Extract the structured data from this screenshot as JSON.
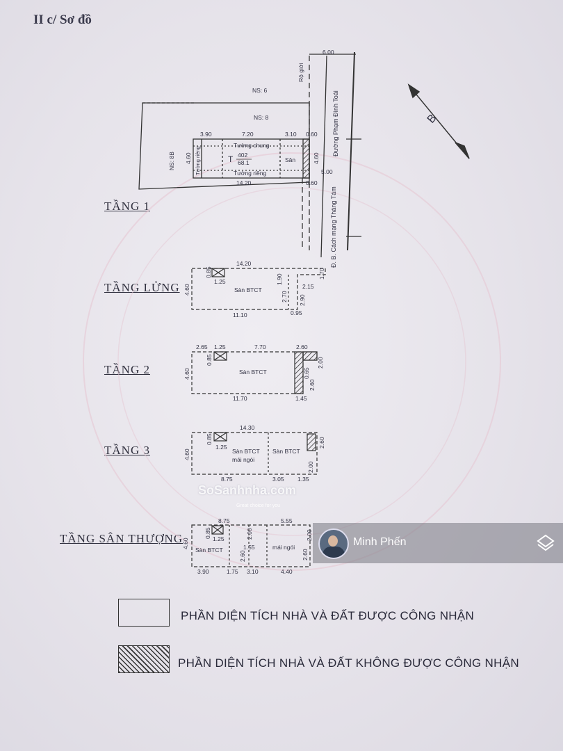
{
  "heading": "II c/ Sơ đồ",
  "floors": {
    "f1": "TẦNG 1",
    "mezz": "TẦNG LỬNG",
    "f2": "TẦNG 2",
    "f3": "TẦNG 3",
    "roof": "TẦNG SÂN THƯỢNG"
  },
  "compass": "B",
  "site": {
    "road_width": "6.00",
    "setback_label": "Rộ giới",
    "street_name": "Đường Phạm Đình Toái",
    "street_alt": "Đ. B. Cách mạng Tháng Tám",
    "ns6": "NS: 6",
    "ns8": "NS: 8",
    "ns8b": "NS: 8B"
  },
  "f1_dims": {
    "top_a": "3.90",
    "top_b": "7.20",
    "top_c": "3.10",
    "top_d": "0.60",
    "bottom": "14.20",
    "bottom_r": "0.60",
    "height": "4.60",
    "height_r": "4.60",
    "gap": "5.00",
    "wall_common": "Tường chung",
    "wall_private": "Tường riêng",
    "wall_private_v": "Tường riêng",
    "lot_t": "T",
    "lot_num": "402",
    "area": "68.1",
    "yard": "Sân"
  },
  "mezz_dims": {
    "top": "14.20",
    "void_w": "1.25",
    "void_h": "0.85",
    "label": "Sàn BTCT",
    "d1": "1.90",
    "d2": "2.15",
    "d3": "2.70",
    "d4": "2.90",
    "d5": "1.70",
    "bottom": "11.10",
    "bottom_r": "0.95",
    "height": "4.60"
  },
  "f2_dims": {
    "top_a": "2.65",
    "top_b": "1.25",
    "top_c": "7.70",
    "top_d": "2.60",
    "void_h": "0.85",
    "label": "Sàn BTCT",
    "r1": "2.00",
    "r2": "0.65",
    "r3": "2.60",
    "bottom": "11.70",
    "bottom_r": "1.45",
    "height": "4.60"
  },
  "f3_dims": {
    "top": "14.30",
    "void_h": "0.85",
    "void_w": "1.25",
    "label_a": "Sàn BTCT",
    "label_a2": "mái ngói",
    "label_b": "Sàn BTCT",
    "r1": "2.60",
    "r2": "2.00",
    "bottom_a": "8.75",
    "bottom_b": "3.05",
    "bottom_c": "1.35",
    "height": "4.60"
  },
  "roof_dims": {
    "top_a": "8.75",
    "top_b": "5.55",
    "void_h": "0.85",
    "void_w": "1.25",
    "label_a": "Sàn BTCT",
    "label_b": "mái ngói",
    "d1": "2.00",
    "d2": "1.55",
    "d3": "2.60",
    "d4": "2.00",
    "d5": "2.60",
    "bottom_a": "3.90",
    "bottom_b": "1.75",
    "bottom_c": "3.10",
    "bottom_d": "4.40",
    "height": "4.60"
  },
  "legend": {
    "recognized": "PHẦN DIỆN TÍCH NHÀ VÀ ĐẤT ĐƯỢC CÔNG NHẬN",
    "not_recognized": "PHẦN DIỆN TÍCH NHÀ VÀ ĐẤT KHÔNG ĐƯỢC CÔNG NHẬN"
  },
  "watermark": {
    "brand": "SoSanhnha.com",
    "tagline": "Great choice for you"
  },
  "uploader": {
    "name": "Minh Phến",
    "avatar_icon": "user-avatar-icon",
    "layers_icon": "layers-icon"
  }
}
